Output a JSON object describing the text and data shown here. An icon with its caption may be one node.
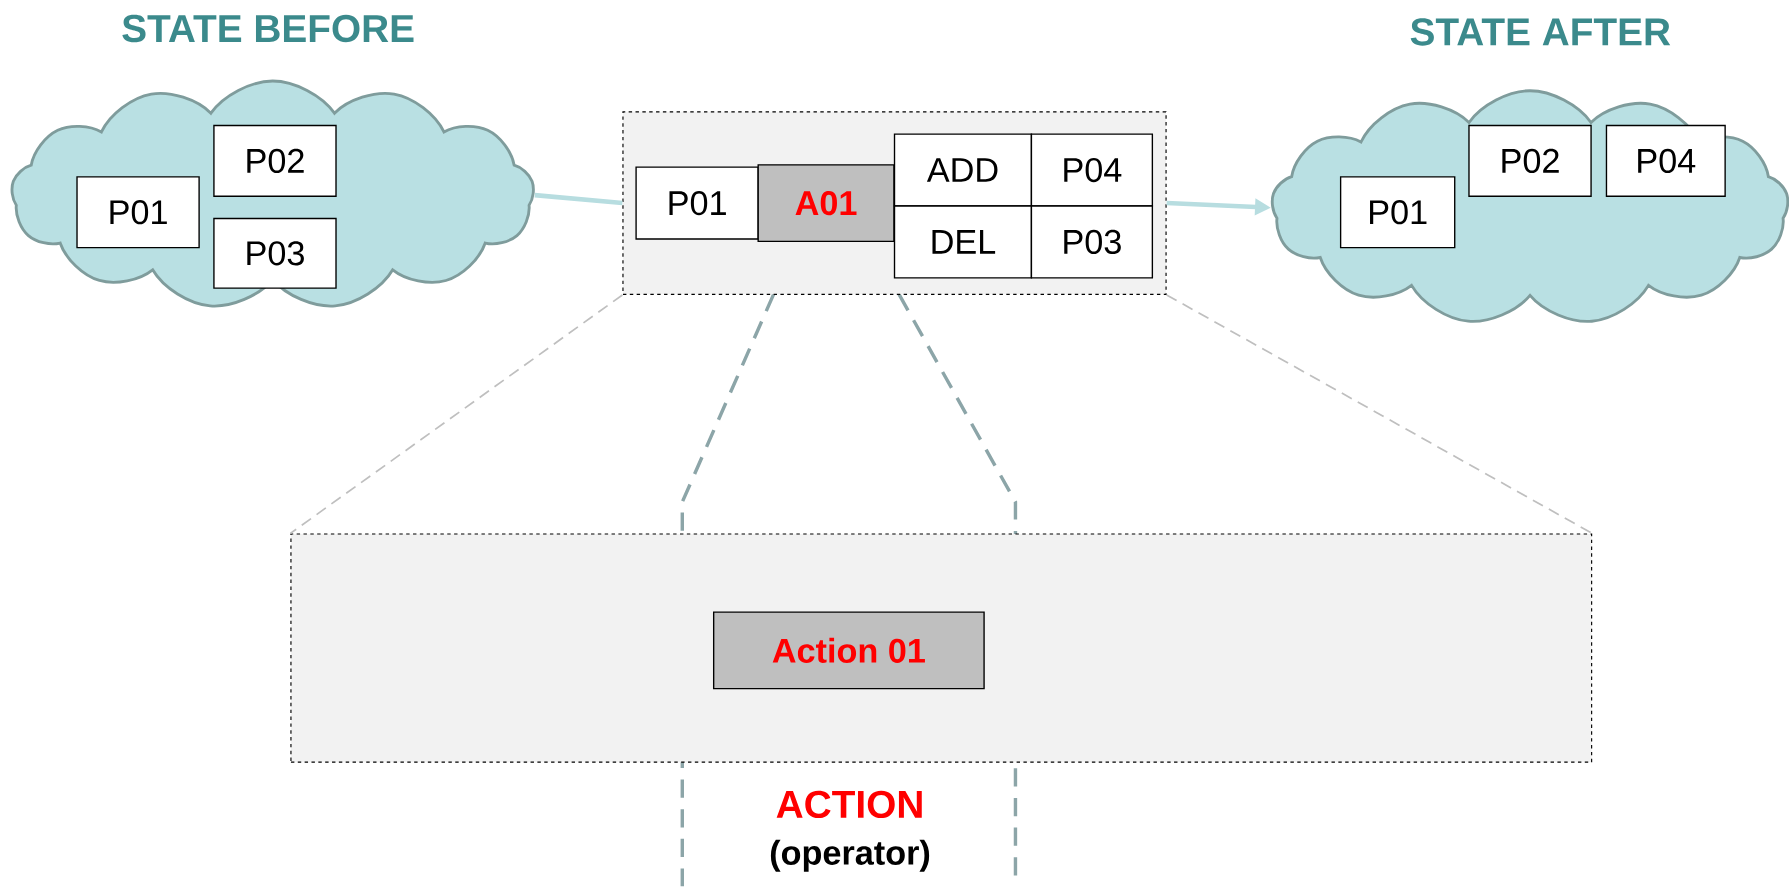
{
  "diagram": {
    "nodes": [
      {
        "text": [
          "STATE BEFORE"
        ]
      },
      {
        "text": [
          "P01"
        ],
        "in": 0
      },
      {
        "text": [
          "P02"
        ],
        "in": 0
      },
      {
        "text": [
          "P03"
        ],
        "in": 0
      },
      {
        "text": [],
        "shape": "box"
      },
      {
        "text": [
          "P01"
        ],
        "in": 4
      },
      {
        "text": [
          "A01"
        ],
        "in": 4
      },
      {
        "text": [
          "ADD"
        ],
        "in": 4
      },
      {
        "text": [
          "P04"
        ],
        "in": 4
      },
      {
        "text": [
          "DEL"
        ],
        "in": 4
      },
      {
        "text": [
          "P03"
        ],
        "in": 4
      },
      {
        "text": [
          "STATE AFTER"
        ]
      },
      {
        "text": [
          "P01"
        ],
        "in": 11
      },
      {
        "text": [
          "P02"
        ],
        "in": 11
      },
      {
        "text": [
          "P04"
        ],
        "in": 11
      },
      {
        "text": [],
        "shape": "box"
      },
      {
        "text": [
          "Action 01"
        ],
        "in": 15
      }
    ],
    "edges": [
      {
        "from": 0,
        "to": 4,
        "arrow": "none",
        "style": "thick"
      },
      {
        "from": 4,
        "to": 11,
        "arrow": "to",
        "style": "thick"
      },
      {
        "from": 4,
        "to": 15,
        "arrow": "none",
        "style": "dashed",
        "color": "#bfbfbf"
      },
      {
        "from": 4,
        "to": 15,
        "arrow": "none",
        "style": "dashed",
        "color": "#bfbfbf"
      }
    ],
    "labels": [
      "ACTION",
      "(operator)"
    ]
  }
}
